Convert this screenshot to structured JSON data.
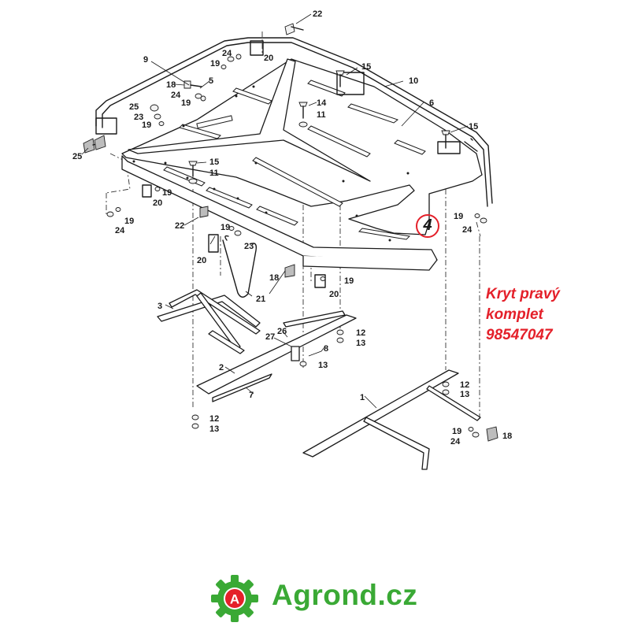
{
  "callouts": [
    {
      "id": "c22a",
      "text": "22"
    },
    {
      "id": "c20a",
      "text": "20"
    },
    {
      "id": "c24a",
      "text": "24"
    },
    {
      "id": "c19a",
      "text": "19"
    },
    {
      "id": "c9",
      "text": "9"
    },
    {
      "id": "c15a",
      "text": "15"
    },
    {
      "id": "c10",
      "text": "10"
    },
    {
      "id": "c18a",
      "text": "18"
    },
    {
      "id": "c5",
      "text": "5"
    },
    {
      "id": "c24b",
      "text": "24"
    },
    {
      "id": "c19b",
      "text": "19"
    },
    {
      "id": "c25a",
      "text": "25"
    },
    {
      "id": "c23a",
      "text": "23"
    },
    {
      "id": "c19c",
      "text": "19"
    },
    {
      "id": "c14",
      "text": "14"
    },
    {
      "id": "c11a",
      "text": "11"
    },
    {
      "id": "c6",
      "text": "6"
    },
    {
      "id": "c15b",
      "text": "15"
    },
    {
      "id": "c25b",
      "text": "25"
    },
    {
      "id": "c15c",
      "text": "15"
    },
    {
      "id": "c11b",
      "text": "11"
    },
    {
      "id": "c19d",
      "text": "19"
    },
    {
      "id": "c20b",
      "text": "20"
    },
    {
      "id": "c19e",
      "text": "19"
    },
    {
      "id": "c24c",
      "text": "24"
    },
    {
      "id": "c22b",
      "text": "22"
    },
    {
      "id": "c19f",
      "text": "19"
    },
    {
      "id": "c23b",
      "text": "23"
    },
    {
      "id": "c19g",
      "text": "19"
    },
    {
      "id": "c24d",
      "text": "24"
    },
    {
      "id": "c20c",
      "text": "20"
    },
    {
      "id": "c18b",
      "text": "18"
    },
    {
      "id": "c21",
      "text": "21"
    },
    {
      "id": "c19h",
      "text": "19"
    },
    {
      "id": "c20d",
      "text": "20"
    },
    {
      "id": "c3",
      "text": "3"
    },
    {
      "id": "c26",
      "text": "26"
    },
    {
      "id": "c27",
      "text": "27"
    },
    {
      "id": "c12a",
      "text": "12"
    },
    {
      "id": "c13a",
      "text": "13"
    },
    {
      "id": "c8",
      "text": "8"
    },
    {
      "id": "c13b",
      "text": "13"
    },
    {
      "id": "c2",
      "text": "2"
    },
    {
      "id": "c7",
      "text": "7"
    },
    {
      "id": "c1",
      "text": "1"
    },
    {
      "id": "c12b",
      "text": "12"
    },
    {
      "id": "c13c",
      "text": "13"
    },
    {
      "id": "c12c",
      "text": "12"
    },
    {
      "id": "c13d",
      "text": "13"
    },
    {
      "id": "c19i",
      "text": "19"
    },
    {
      "id": "c24e",
      "text": "24"
    },
    {
      "id": "c18c",
      "text": "18"
    }
  ],
  "highlight_badge": "4",
  "note": {
    "line1": "Kryt pravý",
    "line2": "komplet",
    "line3": "98547047"
  },
  "brand": {
    "logo_letter": "A",
    "name": "Agrond.cz",
    "color": "#3aa935",
    "accent": "#e4202a"
  }
}
